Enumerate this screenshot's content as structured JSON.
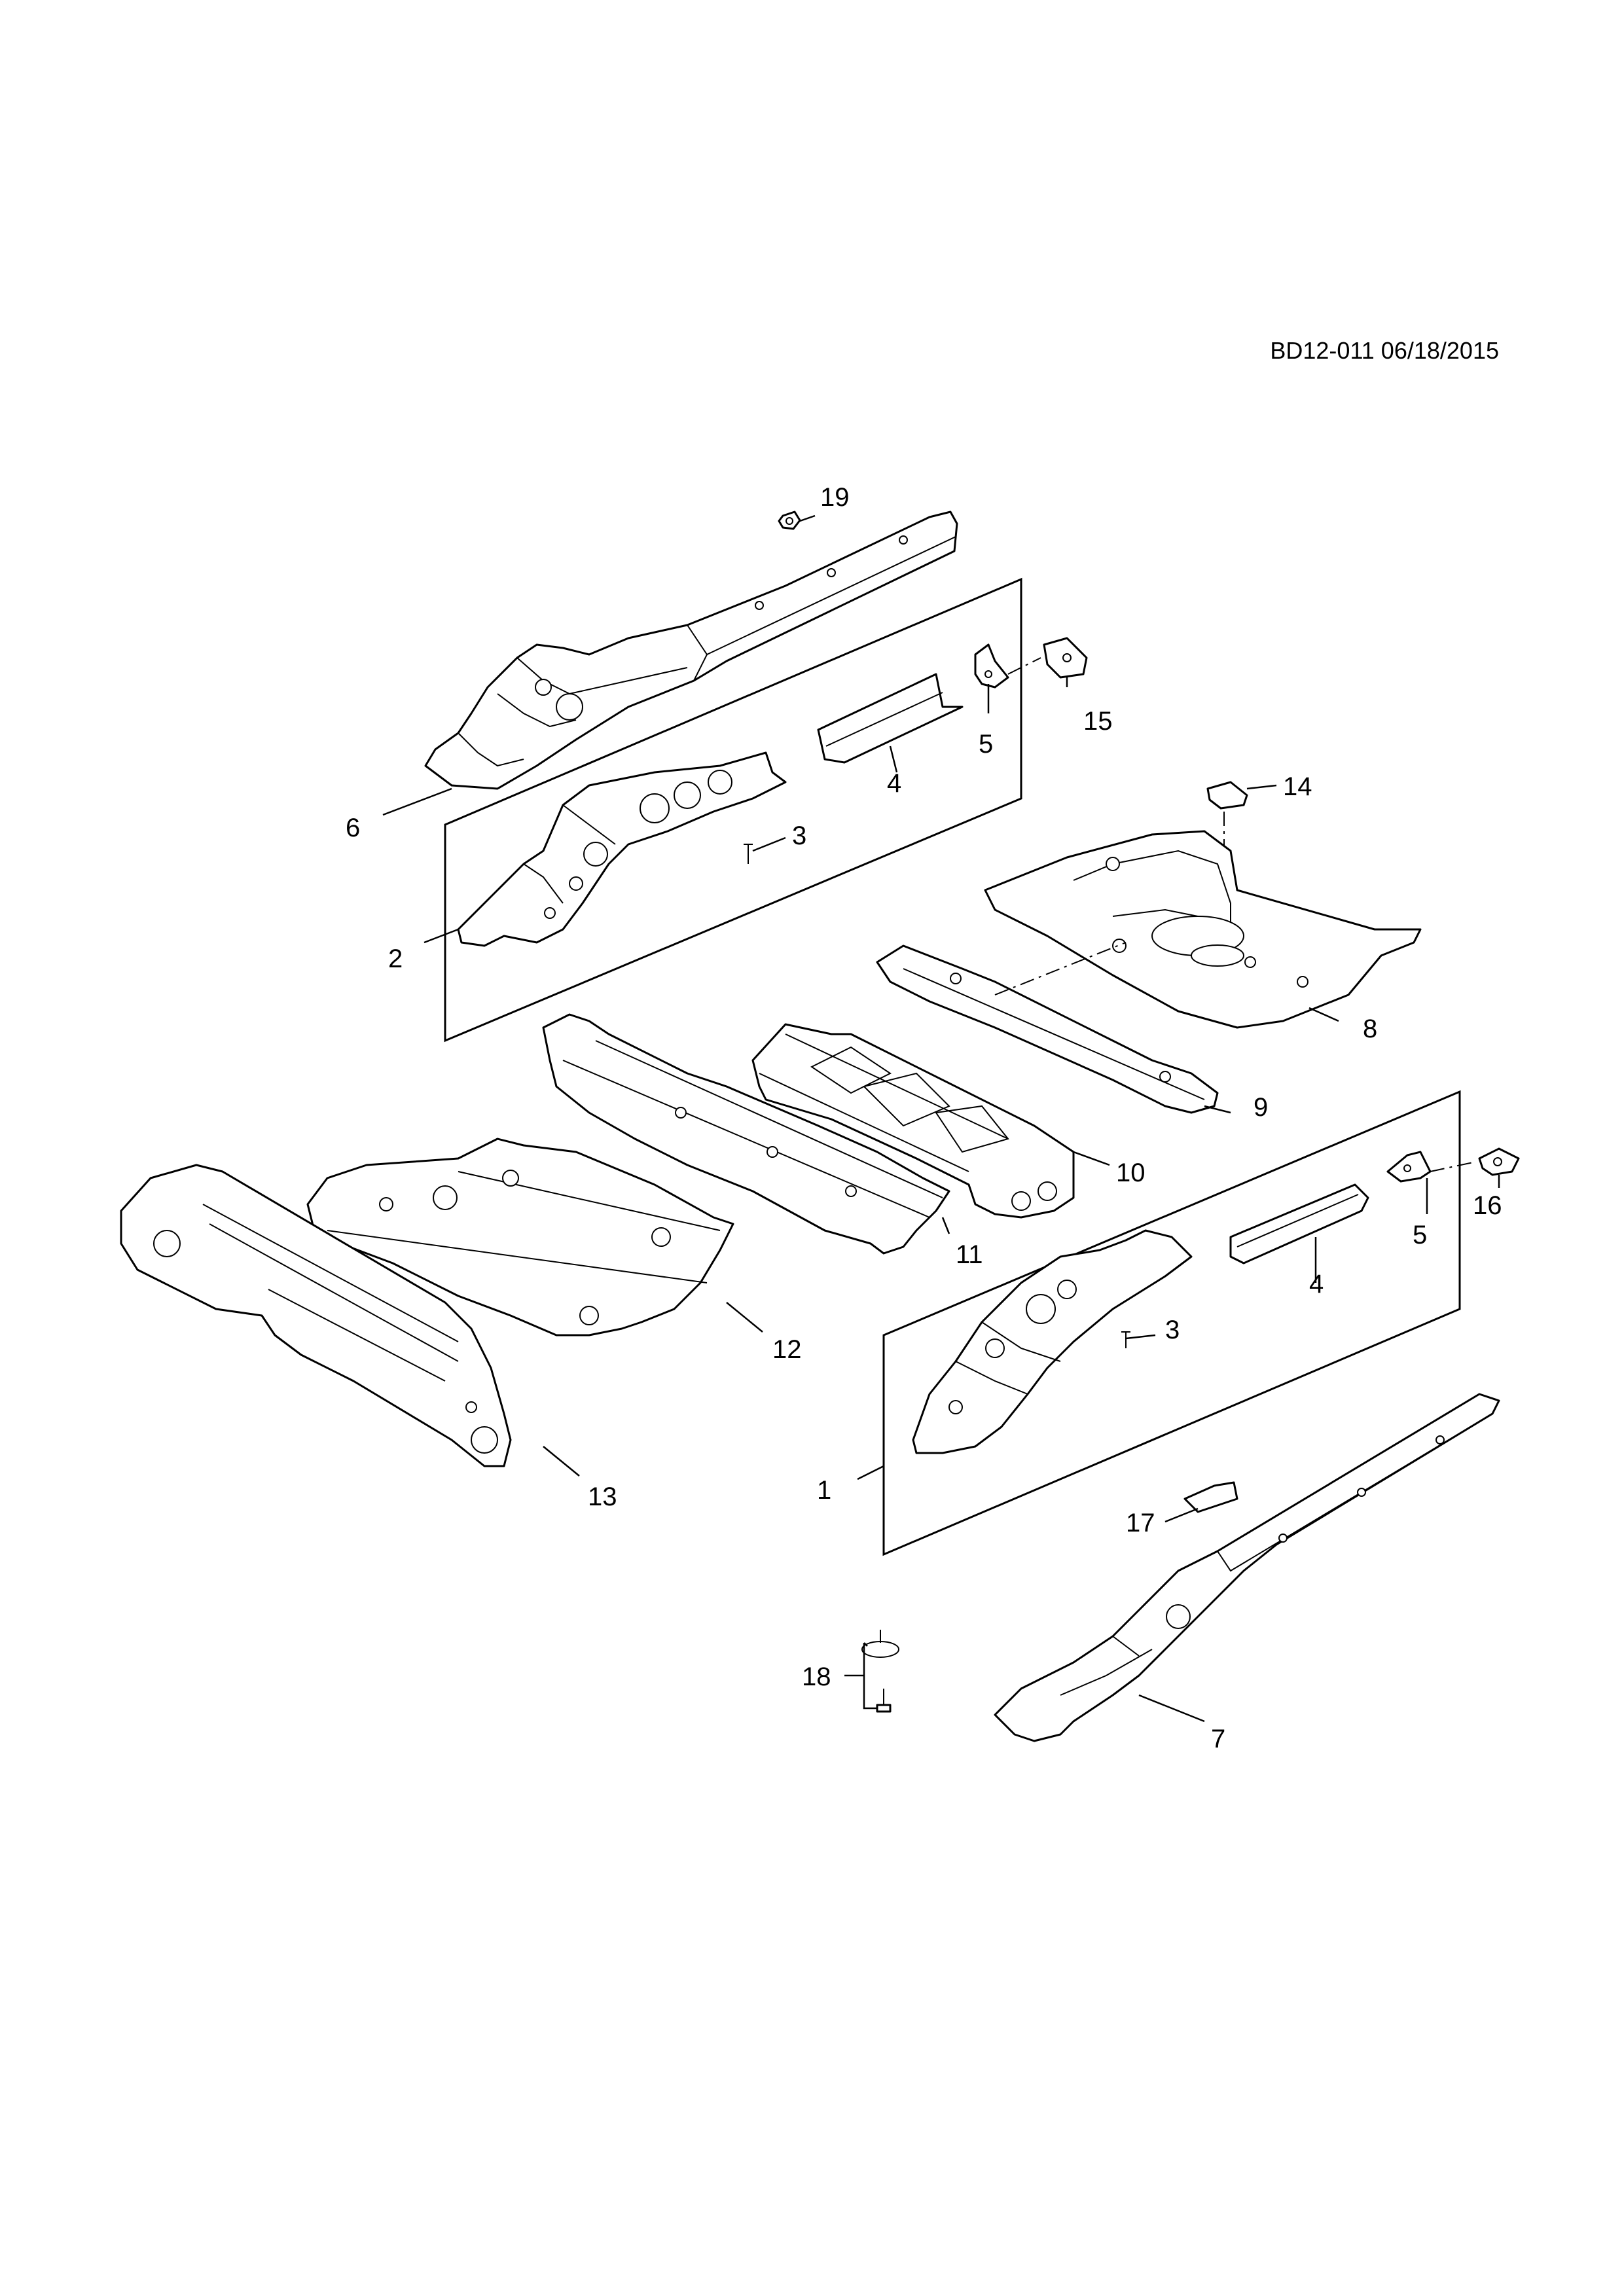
{
  "diagram": {
    "code": "BD12-011 06/18/2015",
    "callouts": [
      "1",
      "2",
      "3",
      "3",
      "4",
      "4",
      "5",
      "5",
      "6",
      "7",
      "8",
      "9",
      "10",
      "11",
      "12",
      "13",
      "14",
      "15",
      "16",
      "17",
      "18",
      "19"
    ]
  }
}
